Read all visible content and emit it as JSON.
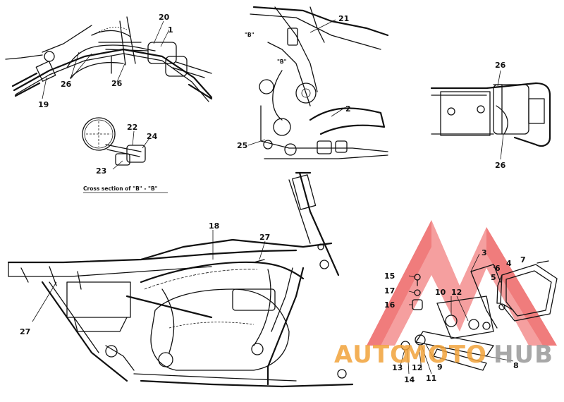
{
  "caption": "Cross section of \"B\" - \"B\"",
  "section_marks": {
    "b1": "\"B\"",
    "b2": "\"B\""
  },
  "callouts": {
    "c1": "1",
    "c2": "2",
    "c3": "3",
    "c4": "4",
    "c5": "5",
    "c6": "6",
    "c7": "7",
    "c8": "8",
    "c9": "9",
    "c10": "10",
    "c11": "11",
    "c12a": "12",
    "c12b": "12",
    "c13": "13",
    "c14": "14",
    "c15": "15",
    "c16": "16",
    "c17": "17",
    "c18": "18",
    "c19": "19",
    "c20": "20",
    "c21": "21",
    "c22": "22",
    "c23": "23",
    "c24": "24",
    "c25": "25",
    "c26a": "26",
    "c26b": "26",
    "c26c": "26",
    "c26d": "26",
    "c27a": "27",
    "c27b": "27"
  },
  "watermark": {
    "auto": "AUTO",
    "moto": "MOTO",
    "hub": "HUB"
  },
  "colors": {
    "ink": "#111111",
    "watermark_red": "#e84a4a",
    "watermark_orange": "#f2a33a",
    "watermark_gray": "#9a9a9a"
  }
}
